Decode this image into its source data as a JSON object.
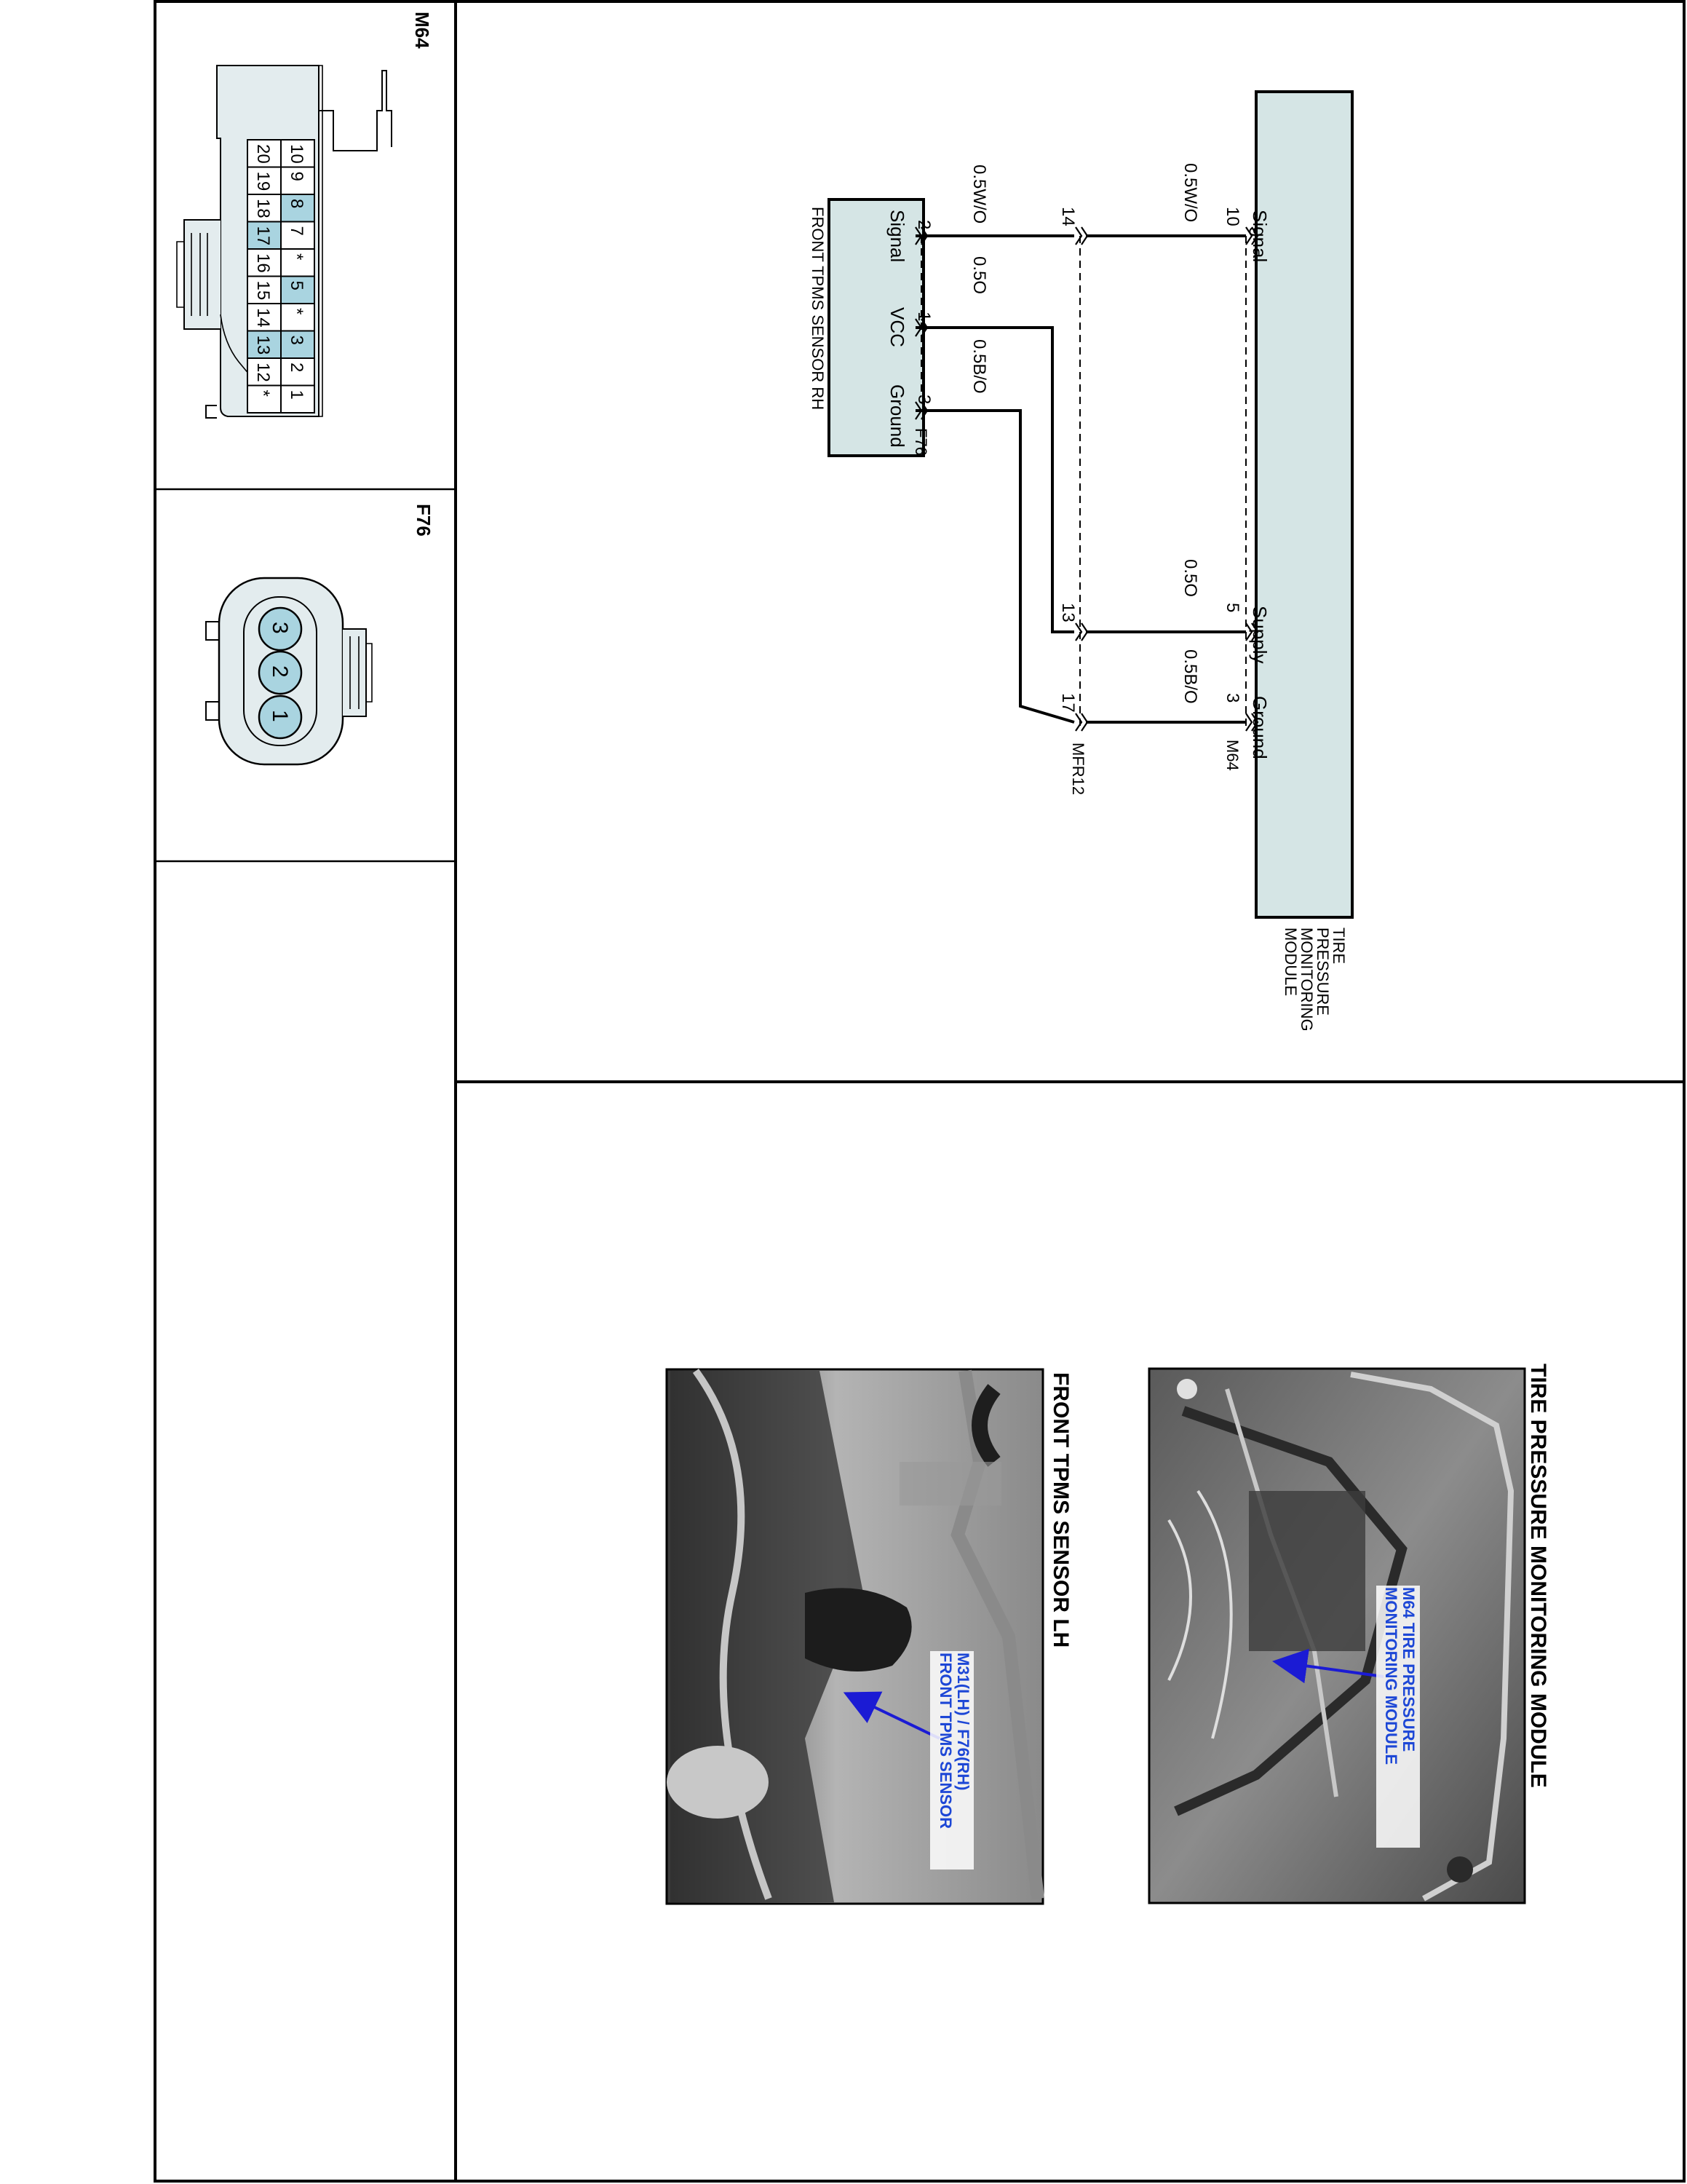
{
  "connectors": {
    "m64": {
      "id": "M64",
      "top_row": [
        "10",
        "9",
        "8",
        "7",
        "*",
        "5",
        "*",
        "3",
        "2",
        "1"
      ],
      "bottom_row": [
        "20",
        "19",
        "18",
        "17",
        "16",
        "15",
        "14",
        "13",
        "12",
        "*"
      ],
      "highlighted_pins": [
        "8",
        "5",
        "3",
        "17",
        "13"
      ]
    },
    "f76": {
      "id": "F76",
      "pins": [
        "3",
        "2",
        "1"
      ]
    }
  },
  "schematic": {
    "module": {
      "name_lines": [
        "TIRE",
        "PRESSURE",
        "MONITORING",
        "MODULE"
      ],
      "connector_id": "M64",
      "pin_labels": [
        "Signal",
        "Supply",
        "Ground"
      ],
      "pins": [
        "10",
        "5",
        "3"
      ]
    },
    "junction": {
      "id": "MFR12",
      "pins": [
        "14",
        "13",
        "17"
      ]
    },
    "sensor": {
      "name": "FRONT TPMS SENSOR RH",
      "connector_id": "F76",
      "pin_labels": [
        "Signal",
        "VCC",
        "Ground"
      ],
      "pins": [
        "2",
        "1",
        "3"
      ]
    },
    "wires_upper": [
      "0.5W/O",
      "0.5O",
      "0.5B/O"
    ],
    "wires_lower": [
      "0.5W/O",
      "0.5O",
      "0.5B/O"
    ]
  },
  "photos": {
    "module_photo": {
      "title": "TIRE PRESSURE MONITORING MODULE",
      "callout_lines": [
        "M64 TIRE PRESSURE",
        "MONITORING MODULE"
      ]
    },
    "sensor_photo": {
      "title": "FRONT TPMS SENSOR LH",
      "callout_lines": [
        "M31(LH) / F76(RH)",
        "FRONT TPMS SENSOR"
      ]
    }
  },
  "colors": {
    "pin_highlight": "#a9d4e0",
    "module_fill": "#d5e5e5",
    "connector_fill": "#e3ecee",
    "callout_text": "#1d47d6",
    "arrow": "#1b1bd4"
  }
}
